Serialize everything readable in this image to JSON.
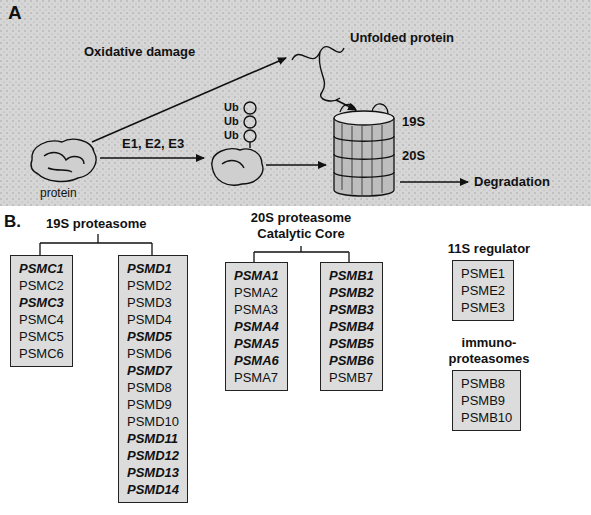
{
  "diagram": {
    "nodes": [
      {
        "text": [
          "PSMC1",
          "PSMC2",
          "PSMC3",
          "PSMC4",
          "PSMC5",
          "PSMC6"
        ]
      },
      {
        "text": [
          "PSMD1",
          "PSMD2",
          "PSMD3",
          "PSMD4",
          "PSMD5",
          "PSMD6",
          "PSMD7",
          "PSMD8",
          "PSMD9",
          "PSMD10",
          "PSMD11",
          "PSMD12",
          "PSMD13",
          "PSMD14"
        ]
      },
      {
        "text": [
          "PSMA1",
          "PSMA2",
          "PSMA3",
          "PSMA4",
          "PSMA5",
          "PSMA6",
          "PSMA7"
        ]
      },
      {
        "text": [
          "PSMB1",
          "PSMB2",
          "PSMB3",
          "PSMB4",
          "PSMB5",
          "PSMB6",
          "PSMB7"
        ]
      },
      {
        "text": [
          "11S regulator",
          "PSME1",
          "PSME2",
          "PSME3"
        ]
      },
      {
        "text": [
          "immuno- proteasomes",
          "PSMB8",
          "PSMB9",
          "PSMB10"
        ]
      }
    ],
    "labels": [
      "A",
      "Oxidative damage",
      "Unfolded protein",
      "E1, E2, E3",
      "Ub",
      "Ub",
      "Ub",
      "protein",
      "19S",
      "20S",
      "Degradation",
      "B.",
      "19S proteasome",
      "20S proteasome Catalytic Core"
    ]
  }
}
